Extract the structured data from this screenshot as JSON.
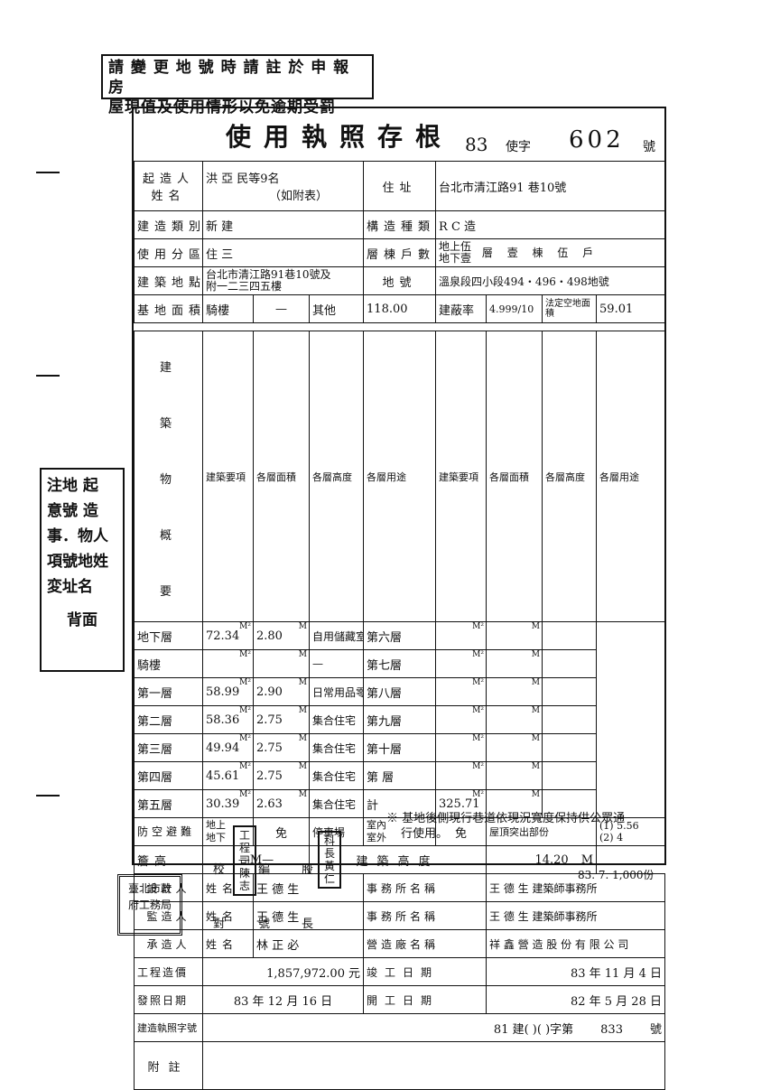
{
  "notice_top": {
    "line1": "請 變 更 地 號 時 請 註 於 申 報 房",
    "line2": "屋現值及使用情形以免逾期受罰"
  },
  "header": {
    "title": "使用執照存根",
    "year": "83",
    "word": "使字",
    "number": "602",
    "hao": "號"
  },
  "rows": {
    "builder_label": "起造人 姓名",
    "builder_value": "洪 亞  民等9名",
    "builder_attached": "（如附表）",
    "address_label": "住址",
    "address_value": "台北市清江路91 巷10號",
    "category_label": "建造類別",
    "category_value": "新 建",
    "structure_label": "構造種類",
    "structure_value": "R C 造",
    "zone_label": "使用分區",
    "zone_value": "住 三",
    "floors_label": "層棟戶數",
    "floors_value1": "地上伍",
    "floors_value2": "地下壹",
    "floors_value3": "層 壹 棟 伍 戶",
    "site_label": "建築地點",
    "site_value1": "台北市清江路91巷10號及",
    "site_value2": "附一二三四五樓",
    "lot_label": "地號",
    "lot_value": "溫泉段四小段494・496・498地號",
    "base_label": "基地面積",
    "base_arcade": "騎樓",
    "base_arcade_val": "—",
    "base_other": "其他",
    "base_other_val": "118.00",
    "coverage_label": "建蔽率",
    "coverage_val": "4.999/10",
    "legal_space_label": "法定空地面積",
    "legal_space_val": "59.01"
  },
  "building": {
    "section_chars": [
      "建",
      "築",
      "物",
      "概",
      "要"
    ],
    "headers": [
      "建築要項",
      "各層面積",
      "各層高度",
      "各層用途",
      "建築要項",
      "各層面積",
      "各層高度",
      "各層用途"
    ],
    "floors": [
      {
        "name": "地下層",
        "area": "72.34",
        "height": "2.80",
        "use": "自用儲藏室",
        "r_name": "第六層"
      },
      {
        "name": "騎樓",
        "area": "",
        "height": "",
        "use": "—",
        "r_name": "第七層"
      },
      {
        "name": "第一層",
        "area": "58.99",
        "height": "2.90",
        "use": "日常用品零售業",
        "r_name": "第八層"
      },
      {
        "name": "第二層",
        "area": "58.36",
        "height": "2.75",
        "use": "集合住宅",
        "r_name": "第九層"
      },
      {
        "name": "第三層",
        "area": "49.94",
        "height": "2.75",
        "use": "集合住宅",
        "r_name": "第十層"
      },
      {
        "name": "第四層",
        "area": "45.61",
        "height": "2.75",
        "use": "集合住宅",
        "r_name": "第 層"
      },
      {
        "name": "第五層",
        "area": "30.39",
        "height": "2.63",
        "use": "集合住宅",
        "r_name": "計",
        "r_area": "325.71"
      }
    ],
    "m2": "M²",
    "m": "M",
    "shelter_label": "防空避難",
    "shelter_above": "地上",
    "shelter_below": "地下",
    "shelter_val": "免",
    "parking_label": "停車場",
    "parking_in": "室內",
    "parking_out": "室外",
    "parking_val": "免",
    "roof_label": "屋頂突出部份",
    "roof_val1": "(1) 5.56",
    "roof_val2": "(2) 4",
    "eave_label": "簷高",
    "eave_val": "—M—",
    "height_label": "建築高度",
    "height_val": "14.20",
    "height_unit": "M"
  },
  "people": {
    "designer_label": "設計人",
    "name_label": "姓名",
    "designer_name": "王 德 生",
    "office_label": "事務所名稱",
    "designer_office": "王 德 生 建築師事務所",
    "supervisor_label": "監造人",
    "supervisor_name": "王 德 生",
    "supervisor_office": "王 德 生 建築師事務所",
    "contractor_label": "承造人",
    "contractor_name": "林 正 必",
    "factory_label": "營造廠名稱",
    "contractor_company": "祥 鑫 營 造 股 份 有 限 公 司"
  },
  "costs": {
    "cost_label": "工程造價",
    "cost_value": "1,857,972.00",
    "yuan": "元",
    "complete_label": "竣工日期",
    "complete_value": "83 年 11 月 4 日",
    "issue_label": "發照日期",
    "issue_value": "83 年 12 月 16 日",
    "start_label": "開工日期",
    "start_value": "82 年 5 月 28 日",
    "permit_label": "建造執照字號",
    "permit_value": "81 建(   )(   )字第",
    "permit_num": "833",
    "permit_hao": "號"
  },
  "remarks": {
    "label": "附註",
    "line1": "※ 基地後側現行巷道依現況寬度保持供公眾通",
    "line2": "行使用。"
  },
  "footer": {
    "count": "83. 7. 1,000份",
    "check_label": "校對",
    "edit_label": "編號",
    "chief_label": "股長",
    "engineer_stamp": "工程司 陳志",
    "section_stamp": "科長 黃仁",
    "seal_text": "臺北市政府工務局"
  },
  "side_notice": {
    "lines": [
      "注地 起",
      "意號 造",
      "事．物人",
      "項號地姓",
      "  変址名"
    ],
    "back": "背面"
  }
}
